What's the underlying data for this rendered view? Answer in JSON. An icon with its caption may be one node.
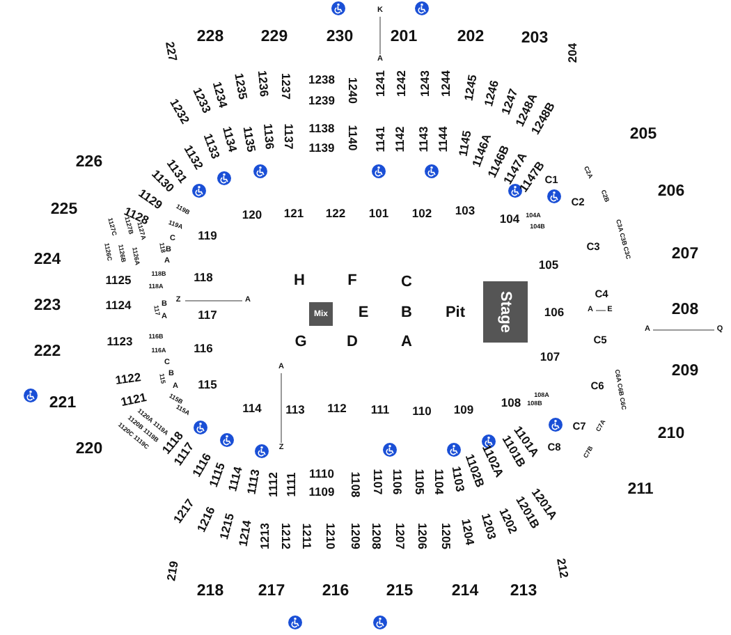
{
  "diagram": {
    "nodes": [
      {
        "text": [
          "Mix"
        ]
      },
      {
        "text": [
          "Stage"
        ]
      }
    ],
    "labels": [
      "K",
      "228",
      "229",
      "230",
      "201",
      "202",
      "203",
      "227",
      "204",
      "A",
      "1232",
      "1233",
      "1234",
      "1235",
      "1236",
      "1237",
      "1238",
      "1239",
      "1240",
      "1241",
      "1242",
      "1243",
      "1244",
      "1245",
      "1246",
      "1247",
      "1248A",
      "1248B",
      "205",
      "226",
      "1130",
      "1131",
      "1132",
      "1133",
      "1134",
      "1135",
      "1136",
      "1137",
      "1138",
      "1139",
      "1140",
      "1141",
      "1142",
      "1143",
      "1144",
      "1145",
      "1146A",
      "1146B",
      "1147A",
      "1147B",
      "C2A",
      "C1",
      "C2B",
      "206",
      "1129",
      "C2",
      "225",
      "119B",
      "1128",
      "119A",
      "120",
      "121",
      "122",
      "101",
      "102",
      "103",
      "104",
      "104A",
      "104B",
      "1127C",
      "1127B",
      "1127A",
      "C3A C3B C3C",
      "C3",
      "119",
      "1126C",
      "1126B",
      "1126A",
      "118",
      "A",
      "B",
      "C",
      "224",
      "105",
      "207",
      "1125",
      "118B",
      "118",
      "H",
      "F",
      "C",
      "118A",
      "C4",
      "Z",
      "A",
      "223",
      "1124",
      "117",
      "B",
      "A",
      "117",
      "E",
      "B",
      "Pit",
      "106",
      "A",
      "E",
      "208",
      "A",
      "Q",
      "1123",
      "116B",
      "G",
      "D",
      "A",
      "C5",
      "222",
      "116A",
      "116",
      "107",
      "C",
      "A",
      "209",
      "1122",
      "115",
      "B",
      "A",
      "115",
      "C6",
      "C6A C6B C6C",
      "108A",
      "221",
      "1121",
      "115B",
      "108",
      "108B",
      "115A",
      "114",
      "113",
      "112",
      "111",
      "110",
      "109",
      "1120C",
      "1120B",
      "1120A",
      "1119A",
      "C7",
      "C7A",
      "210",
      "220",
      "1119C",
      "1119B",
      "1118",
      "1117",
      "Z",
      "1101B",
      "1101A",
      "C8",
      "C7B",
      "1116",
      "1115",
      "1114",
      "1113",
      "1112",
      "1111",
      "1110",
      "1109",
      "1108",
      "1107",
      "1106",
      "1105",
      "1104",
      "1103",
      "1102B",
      "1102A",
      "211",
      "1217",
      "1216",
      "1215",
      "1214",
      "1213",
      "1212",
      "1211",
      "1210",
      "1209",
      "1208",
      "1207",
      "1206",
      "1205",
      "1204",
      "1203",
      "1202",
      "1201B",
      "1201A",
      "219",
      "212",
      "218",
      "217",
      "216",
      "215",
      "214",
      "213"
    ]
  }
}
